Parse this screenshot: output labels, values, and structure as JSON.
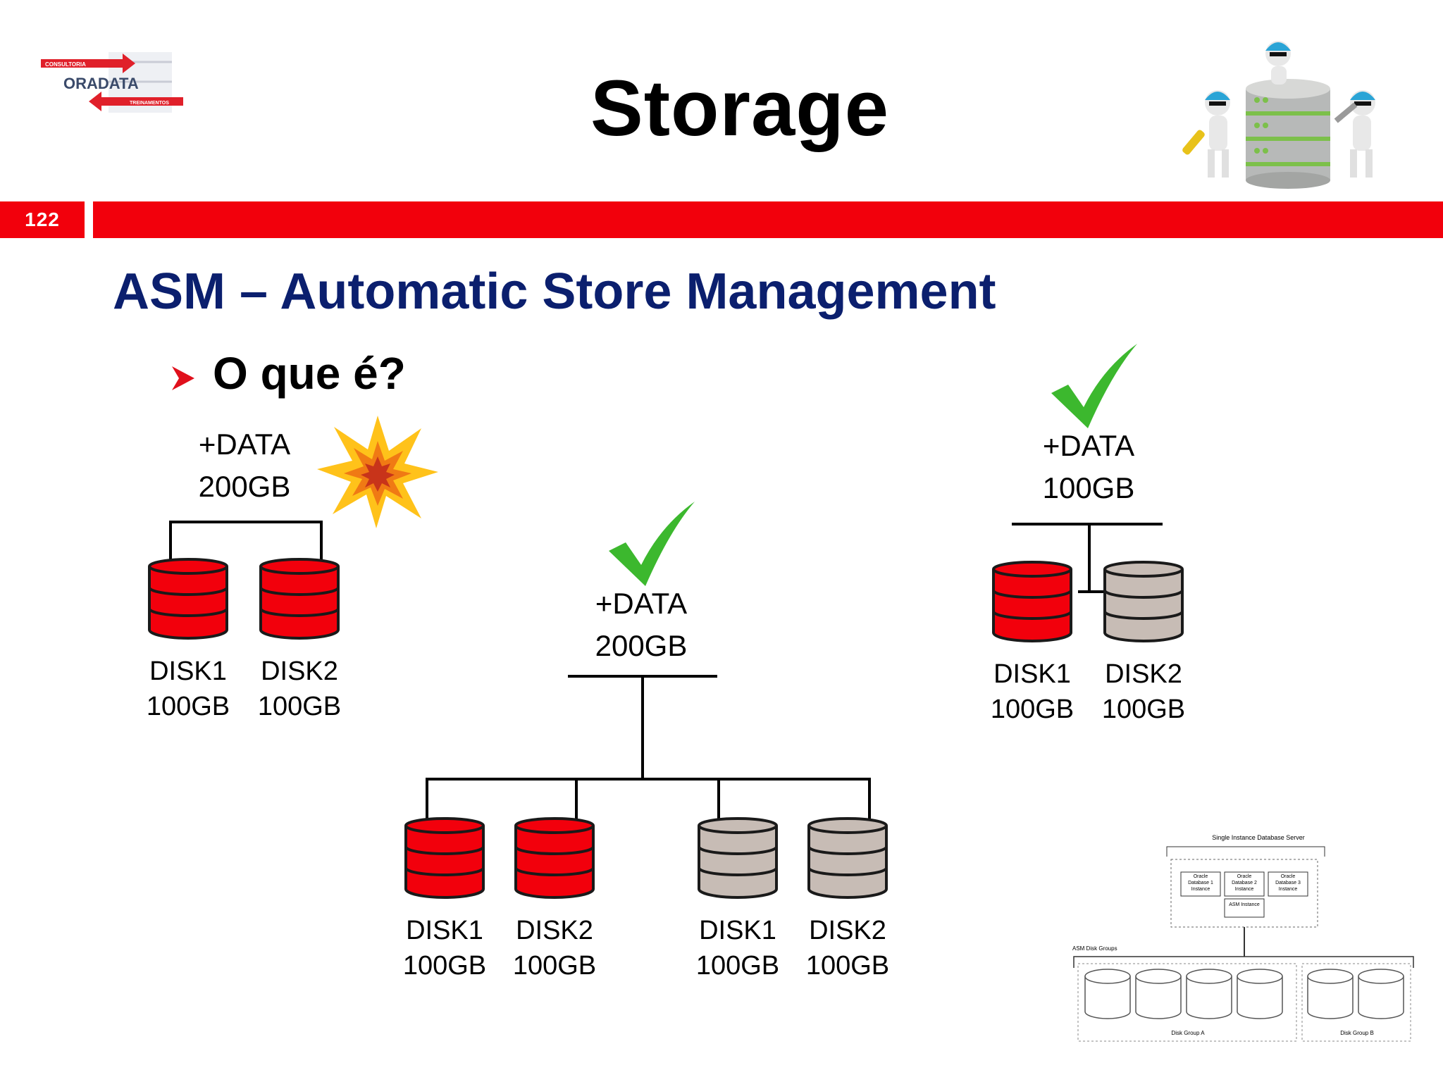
{
  "logo": {
    "text": "ORADATA",
    "top_text": "CONSULTORIA",
    "bottom_text": "TREINAMENTOS"
  },
  "header": {
    "title": "Storage",
    "page_number": "122"
  },
  "subtitle": "ASM – Automatic Store Management",
  "bullet": "O que é?",
  "groups": {
    "left": {
      "name": "+DATA",
      "size": "200GB",
      "status_icon": "explosion-icon",
      "disks": [
        {
          "name": "DISK1",
          "size": "100GB",
          "color": "#f2000c"
        },
        {
          "name": "DISK2",
          "size": "100GB",
          "color": "#f2000c"
        }
      ]
    },
    "middle": {
      "name": "+DATA",
      "size": "200GB",
      "status_icon": "checkmark-icon",
      "disks": [
        {
          "name": "DISK1",
          "size": "100GB",
          "color": "#f2000c"
        },
        {
          "name": "DISK2",
          "size": "100GB",
          "color": "#f2000c"
        },
        {
          "name": "DISK1",
          "size": "100GB",
          "color": "#c7bcb5"
        },
        {
          "name": "DISK2",
          "size": "100GB",
          "color": "#c7bcb5"
        }
      ]
    },
    "right": {
      "name": "+DATA",
      "size": "100GB",
      "status_icon": "checkmark-icon",
      "disks": [
        {
          "name": "DISK1",
          "size": "100GB",
          "color": "#f2000c"
        },
        {
          "name": "DISK2",
          "size": "100GB",
          "color": "#c7bcb5"
        }
      ]
    }
  },
  "mini_diagram": {
    "server_title": "Single Instance Database Server",
    "instances": [
      "Oracle Database 1 Instance",
      "Oracle Database 2 Instance",
      "Oracle Database 3 Instance"
    ],
    "asm_instance": "ASM Instance",
    "disk_groups_label": "ASM Disk Groups",
    "group_a": "Disk Group A",
    "group_b": "Disk Group B"
  },
  "colors": {
    "accent_red": "#f2000c",
    "title_blue": "#0b1f6e",
    "disk_gray": "#c7bcb5",
    "check_green": "#3cb82e"
  }
}
